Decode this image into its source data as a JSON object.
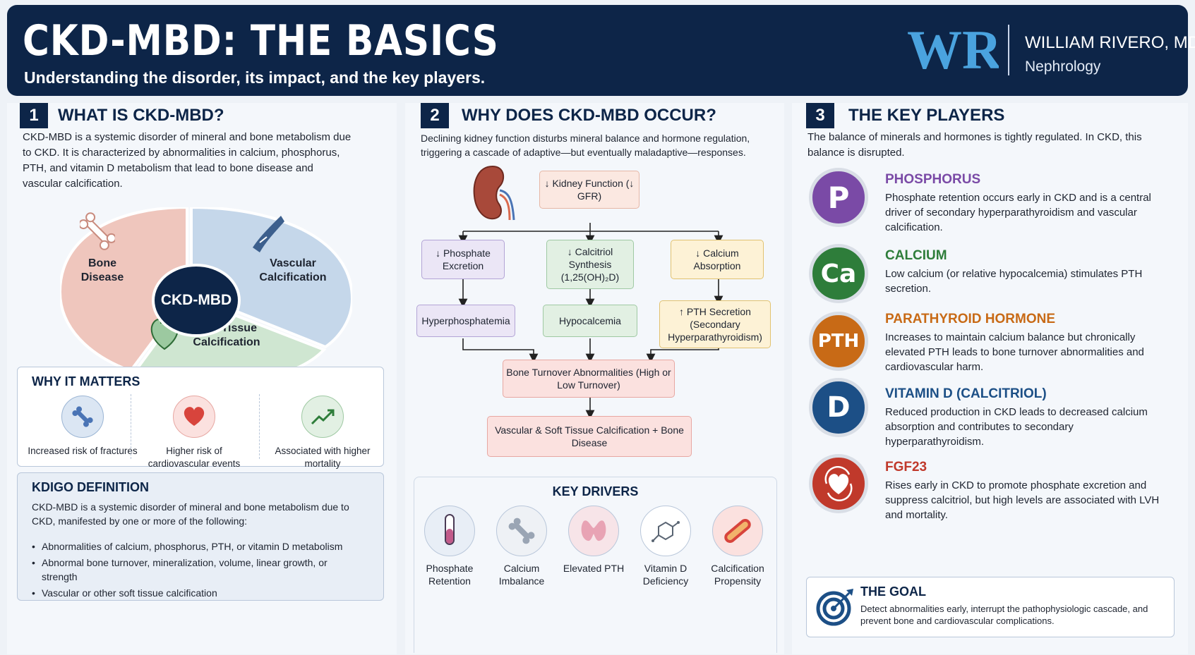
{
  "header": {
    "title": "CKD-MBD: THE BASICS",
    "subtitle": "Understanding the disorder, its impact, and the key players.",
    "logo_text": "WR",
    "doctor_name": "WILLIAM RIVERO, MD",
    "specialty": "Nephrology"
  },
  "colors": {
    "navy": "#0d2548",
    "phosphorus": "#7a4aa6",
    "calcium": "#2e7d3a",
    "pth": "#c86a16",
    "vitamin_d": "#1c4f86",
    "fgf23": "#c0392b"
  },
  "section1": {
    "number": "1",
    "title": "WHAT IS CKD-MBD?",
    "paragraph": "CKD-MBD is a systemic disorder of mineral and bone metabolism due to CKD. It is characterized by abnormalities in calcium, phosphorus, PTH, and vitamin D metabolism that lead to bone disease and vascular calcification.",
    "pie": {
      "center": "CKD-MBD",
      "segments": [
        {
          "label": "Bone Disease",
          "icon": "bone-icon"
        },
        {
          "label": "Vascular Calcification",
          "icon": "artery-icon"
        },
        {
          "label": "Soft Tissue Calcification",
          "icon": "heart-icon"
        }
      ]
    },
    "why_matters": {
      "title": "WHY IT MATTERS",
      "items": [
        {
          "label": "Increased risk of fractures",
          "icon": "bone-icon"
        },
        {
          "label": "Higher risk of cardiovascular events",
          "icon": "heart-icon"
        },
        {
          "label": "Associated with higher mortality",
          "icon": "trend-up-icon"
        }
      ]
    },
    "kdigo": {
      "title": "KDIGO DEFINITION",
      "intro": "CKD-MBD is a systemic disorder of mineral and bone metabolism due to CKD, manifested by one or more of the following:",
      "bullets": [
        "Abnormalities of calcium, phosphorus, PTH, or vitamin D metabolism",
        "Abnormal bone turnover, mineralization, volume, linear growth, or strength",
        "Vascular or other soft tissue calcification"
      ]
    }
  },
  "section2": {
    "number": "2",
    "title": "WHY DOES CKD-MBD OCCUR?",
    "paragraph": "Declining kidney function disturbs mineral balance and hormone regulation, triggering a cascade of adaptive—but eventually maladaptive—responses.",
    "flow": {
      "kidney": "↓ Kidney Function (↓ GFR)",
      "phosphate_excretion": "↓ Phosphate Excretion",
      "calcitriol": "↓ Calcitriol Synthesis (1,25(OH)₂D)",
      "calcium_absorption": "↓ Calcium Absorption",
      "hyperphosphatemia": "Hyperphosphatemia",
      "hypocalcemia": "Hypocalcemia",
      "pth_secretion": "↑ PTH Secretion (Secondary Hyperparathyroidism)",
      "bone_turnover": "Bone Turnover Abnormalities (High or Low Turnover)",
      "calcification": "Vascular & Soft Tissue Calcification + Bone Disease"
    },
    "drivers": {
      "title": "KEY DRIVERS",
      "items": [
        {
          "label": "Phosphate Retention",
          "icon": "test-tube-icon"
        },
        {
          "label": "Calcium Imbalance",
          "icon": "bone-icon"
        },
        {
          "label": "Elevated PTH",
          "icon": "thyroid-icon"
        },
        {
          "label": "Vitamin D Deficiency",
          "icon": "molecule-icon"
        },
        {
          "label": "Calcification Propensity",
          "icon": "artery-plaque-icon"
        }
      ]
    }
  },
  "section3": {
    "number": "3",
    "title": "THE KEY PLAYERS",
    "paragraph": "The balance of minerals and hormones is tightly regulated. In CKD, this balance is disrupted.",
    "players": [
      {
        "badge": "P",
        "name": "PHOSPHORUS",
        "desc": "Phosphate retention occurs early in CKD and is a central driver of secondary hyperparathyroidism and vascular calcification."
      },
      {
        "badge": "Ca",
        "name": "CALCIUM",
        "desc": "Low calcium (or relative hypocalcemia) stimulates PTH secretion."
      },
      {
        "badge": "PTH",
        "name": "PARATHYROID HORMONE",
        "desc": "Increases to maintain calcium balance but chronically elevated PTH leads to bone turnover abnormalities and cardiovascular harm."
      },
      {
        "badge": "D",
        "name": "VITAMIN D (CALCITRIOL)",
        "desc": "Reduced production in CKD leads to decreased calcium absorption and contributes to secondary hyperparathyroidism."
      },
      {
        "badge": "",
        "name": "FGF23",
        "desc": "Rises early in CKD to promote phosphate excretion and suppress calcitriol, but high levels are associated with LVH and mortality."
      }
    ],
    "goal": {
      "title": "THE GOAL",
      "text": "Detect abnormalities early, interrupt the pathophysiologic cascade, and prevent bone and cardiovascular complications."
    }
  }
}
